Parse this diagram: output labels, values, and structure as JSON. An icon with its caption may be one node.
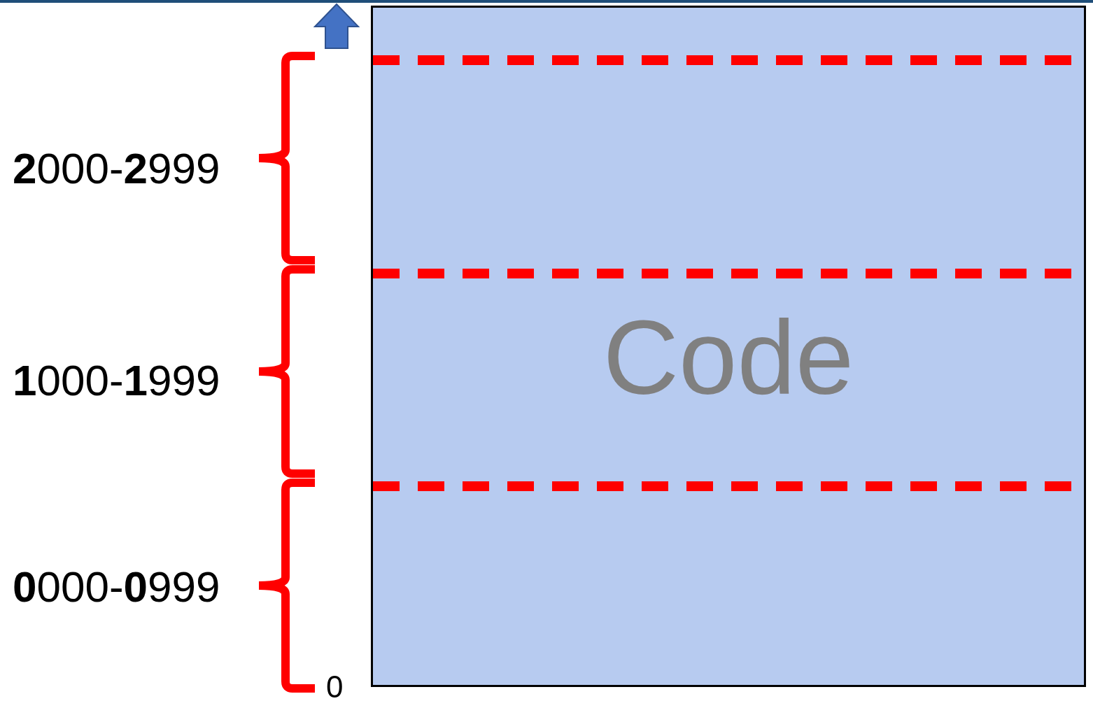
{
  "diagram": {
    "nodes": [
      {
        "text": [
          "Code"
        ]
      }
    ],
    "labels": [
      "**2**000-**2**999",
      "**1**000-**1**999",
      "**0**000-**0**999",
      "0"
    ]
  }
}
